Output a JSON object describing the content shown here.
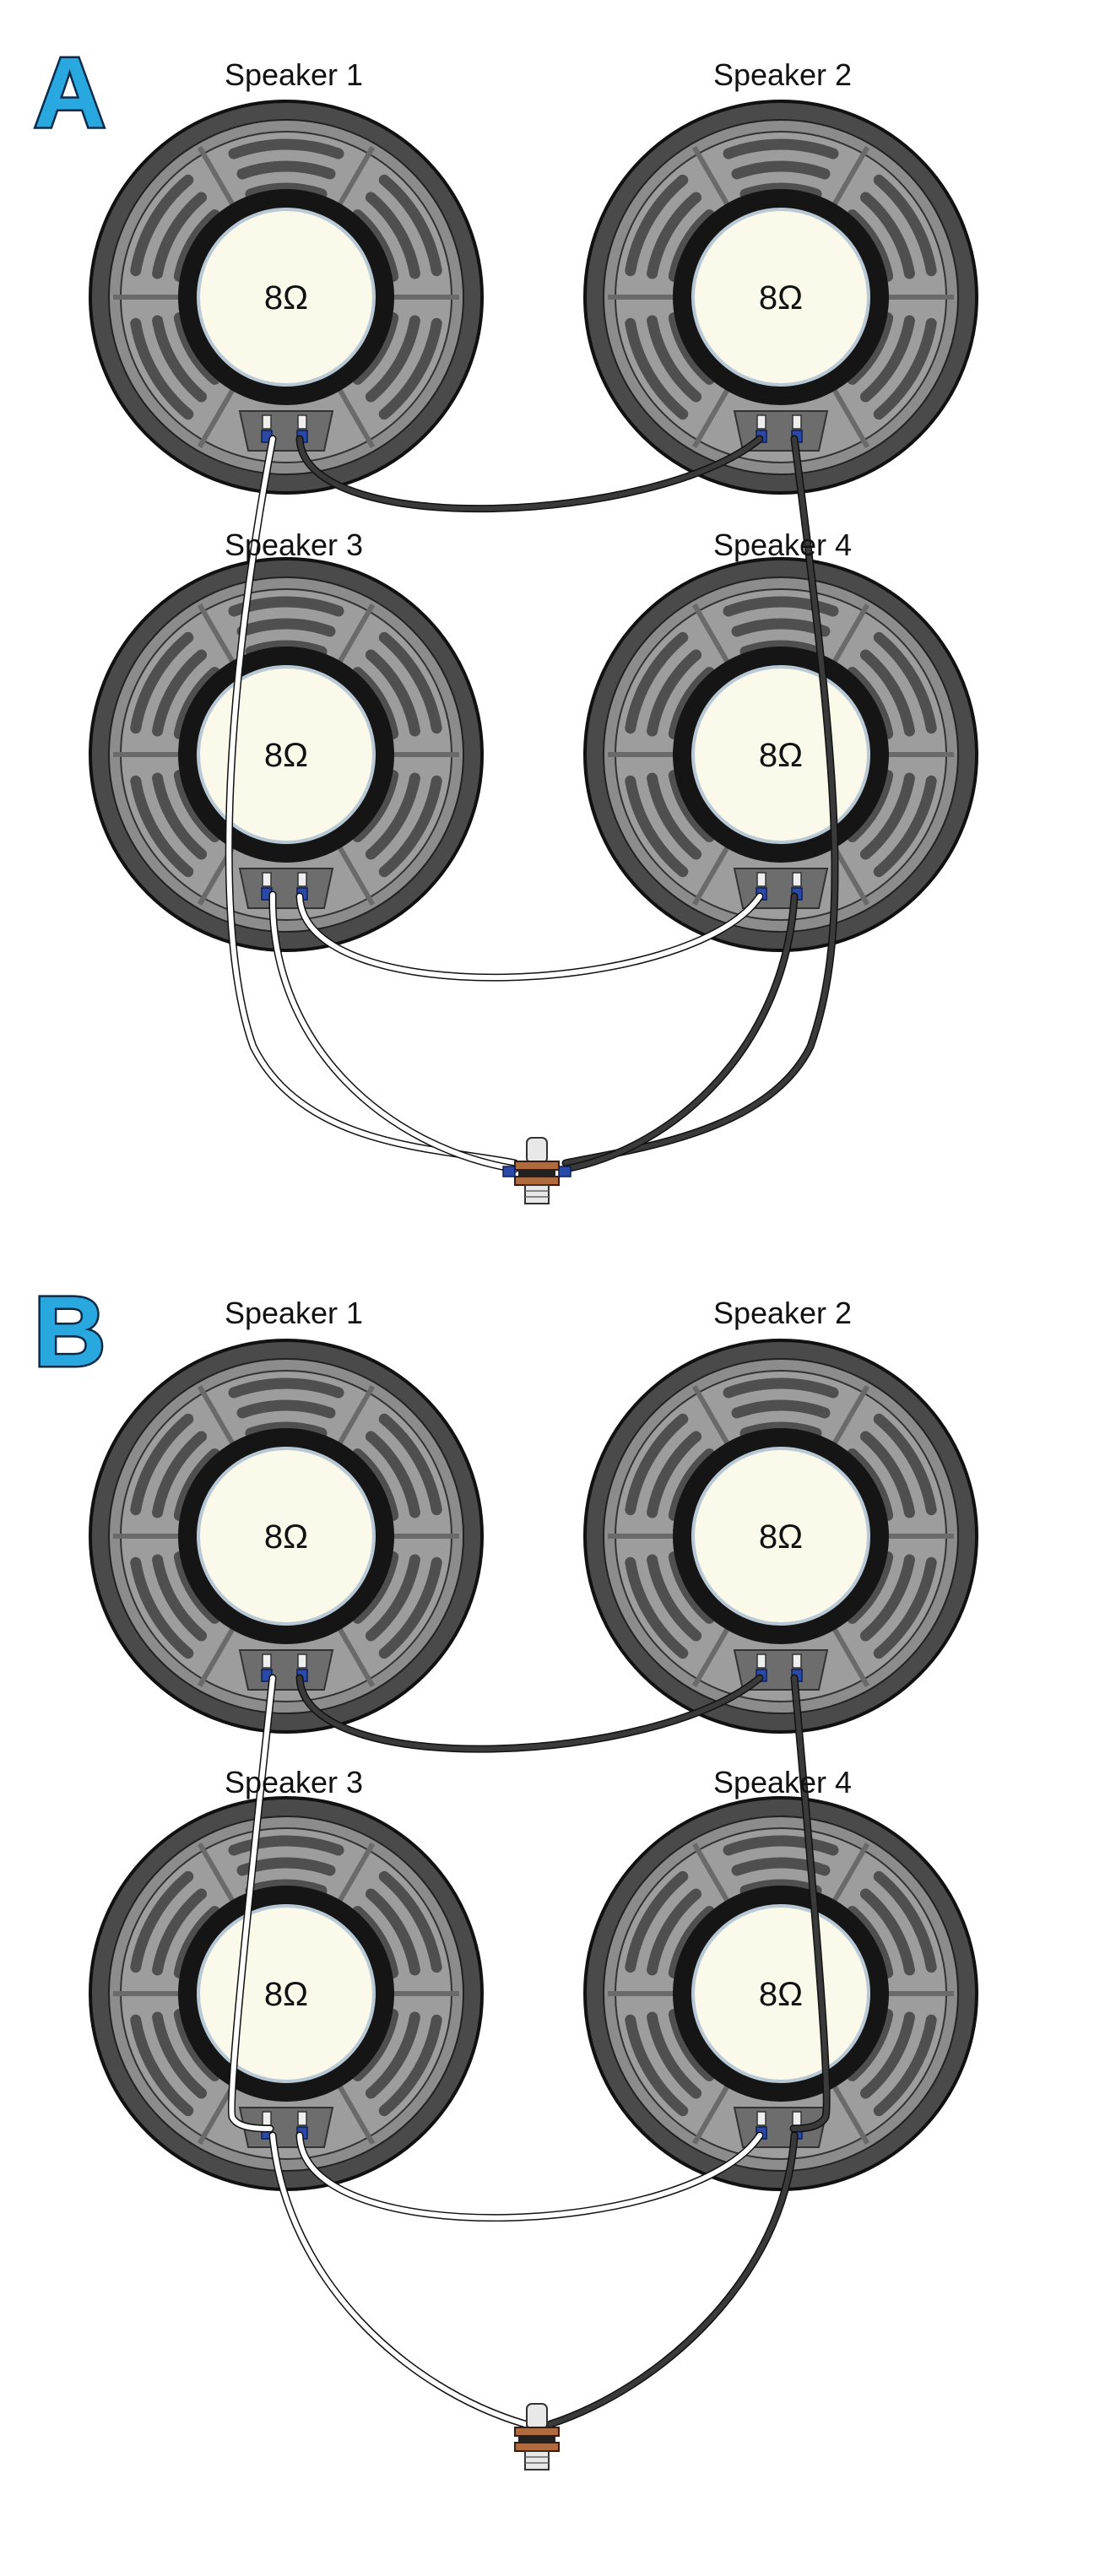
{
  "panels": [
    {
      "letter": "A",
      "speakers": [
        {
          "label": "Speaker 1",
          "impedance": "8Ω"
        },
        {
          "label": "Speaker 2",
          "impedance": "8Ω"
        },
        {
          "label": "Speaker 3",
          "impedance": "8Ω"
        },
        {
          "label": "Speaker 4",
          "impedance": "8Ω"
        }
      ]
    },
    {
      "letter": "B",
      "speakers": [
        {
          "label": "Speaker 1",
          "impedance": "8Ω"
        },
        {
          "label": "Speaker 2",
          "impedance": "8Ω"
        },
        {
          "label": "Speaker 3",
          "impedance": "8Ω"
        },
        {
          "label": "Speaker 4",
          "impedance": "8Ω"
        }
      ]
    }
  ],
  "colors": {
    "speaker_outer": "#4a4a4a",
    "speaker_basket": "#9a9a9a",
    "basket_slot": "#5a5a5a",
    "magnet_ring": "#151515",
    "dust_cap": "#fbf9ea",
    "wire_dark": "#3a3a3a",
    "wire_light": "#ffffff",
    "connector": "#2b4aa8",
    "jack_nut": "#b06a3c"
  }
}
